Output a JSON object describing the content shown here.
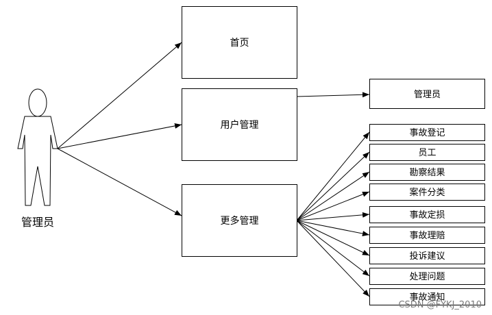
{
  "actor": {
    "label": "管理员"
  },
  "main_nodes": [
    {
      "id": "home",
      "label": "首页"
    },
    {
      "id": "user-mgmt",
      "label": "用户管理"
    },
    {
      "id": "more-mgmt",
      "label": "更多管理"
    }
  ],
  "user_mgmt_children": [
    {
      "id": "admin",
      "label": "管理员"
    }
  ],
  "more_mgmt_children": [
    {
      "id": "accident-register",
      "label": "事故登记"
    },
    {
      "id": "staff",
      "label": "员工"
    },
    {
      "id": "survey-result",
      "label": "勘察结果"
    },
    {
      "id": "case-category",
      "label": "案件分类"
    },
    {
      "id": "loss-assessment",
      "label": "事故定损"
    },
    {
      "id": "claim-settlement",
      "label": "事故理赔"
    },
    {
      "id": "complaint-suggestion",
      "label": "投诉建议"
    },
    {
      "id": "handle-issue",
      "label": "处理问题"
    },
    {
      "id": "accident-notice",
      "label": "事故通知"
    }
  ],
  "watermark": "CSDN @FYKJ_2010"
}
